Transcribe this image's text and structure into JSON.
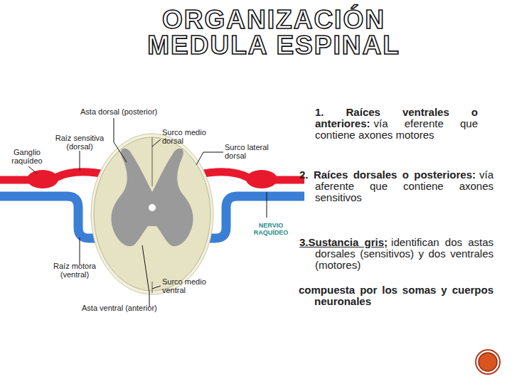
{
  "diagram": {
    "title": "ORGANIZACIÓN MEDULA ESPINAL",
    "labels": [
      "Asta dorsal (posterior)",
      "Raíz sensitiva (dorsal)",
      "Surco medio dorsal",
      "Ganglio raquídeo",
      "Surco lateral dorsal",
      "NERVIO RAQUÍDEO",
      "Raíz motora (ventral)",
      "Surco medio ventral",
      "Asta ventral (anterior)",
      "1. Raíces ventrales o anteriores:",
      "vía eferente que contiene axones motores",
      "2. Raíces dorsales o posteriores:",
      "vía aferente que contiene axones sensitivos",
      "3.Sustancia gris;",
      "identifican dos astas dorsales (sensitivos) y dos ventrales (motores)",
      "compuesta por los somas y cuerpos neuronales"
    ]
  }
}
